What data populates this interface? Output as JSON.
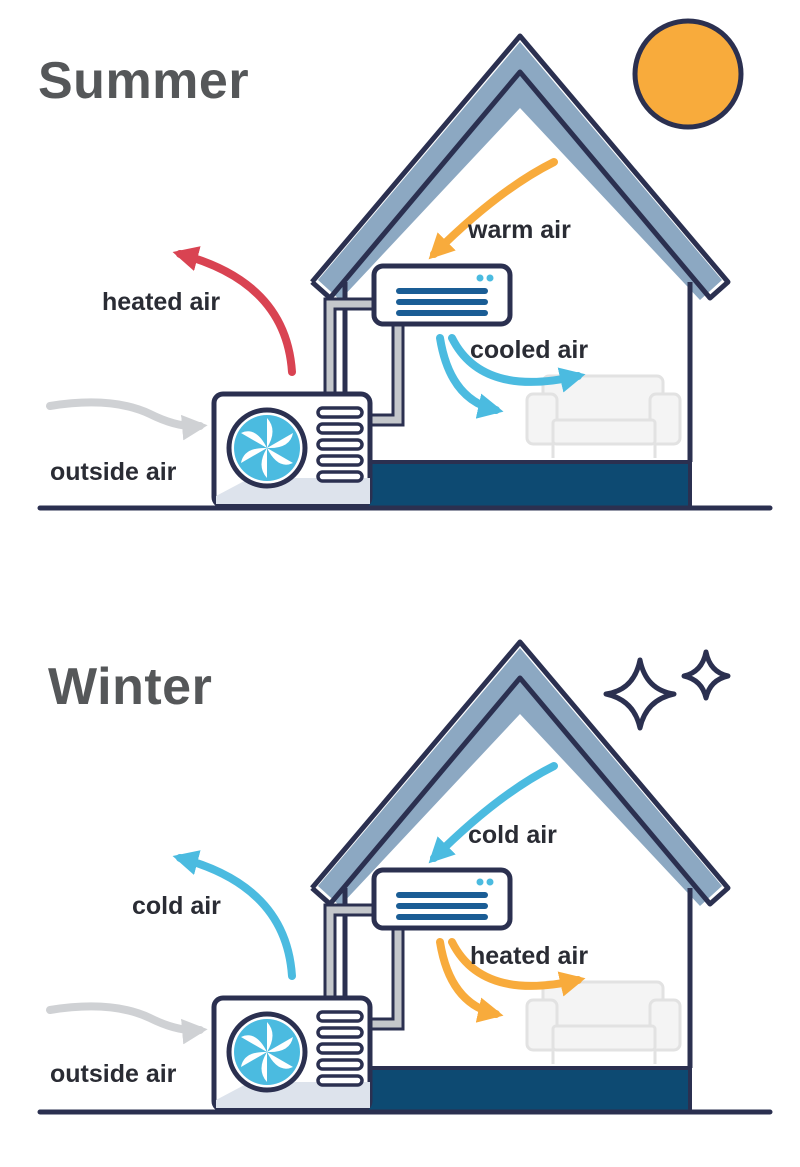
{
  "panels": [
    {
      "season": "Summer",
      "celestial": "sun-icon",
      "labels": {
        "indoor_in": "warm air",
        "indoor_out": "cooled air",
        "outdoor_out": "heated air",
        "outdoor_in": "outside air"
      },
      "colors": {
        "indoor_in": "#f8ab3c",
        "indoor_out": "#4bbbe0",
        "outdoor_out": "#d94352",
        "outdoor_in": "#cfd1d4"
      }
    },
    {
      "season": "Winter",
      "celestial": "sparkle-stars-icon",
      "labels": {
        "indoor_in": "cold air",
        "indoor_out": "heated air",
        "outdoor_out": "cold air",
        "outdoor_in": "outside air"
      },
      "colors": {
        "indoor_in": "#4bbbe0",
        "indoor_out": "#f8ab3c",
        "outdoor_out": "#4bbbe0",
        "outdoor_in": "#cfd1d4"
      }
    }
  ],
  "palette": {
    "outline": "#2b3050",
    "roof": "#8ca8c2",
    "floor": "#0d4a72",
    "sun": "#f8ab3c",
    "fan": "#4bbbe0",
    "vents": "#1a5d95",
    "pipes": "#c4c7cb",
    "sofa": "#ededed"
  }
}
